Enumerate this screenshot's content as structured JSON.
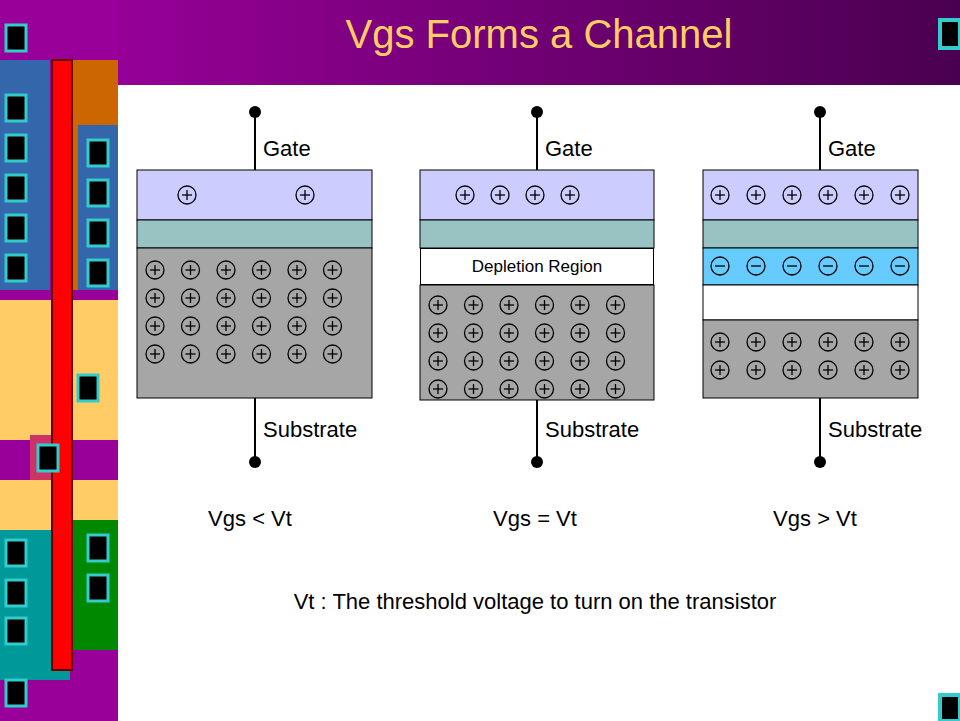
{
  "diagram": {
    "title": "Vgs Forms a Channel",
    "nodes": [
      {
        "text": [
          "Depletion Region"
        ]
      }
    ],
    "labels": [
      "Gate",
      "Gate",
      "Gate",
      "Substrate",
      "Substrate",
      "Substrate",
      "Vgs < Vt",
      "Vgs = Vt",
      "Vgs > Vt",
      "Vt : The threshold voltage to turn on the transistor"
    ]
  }
}
